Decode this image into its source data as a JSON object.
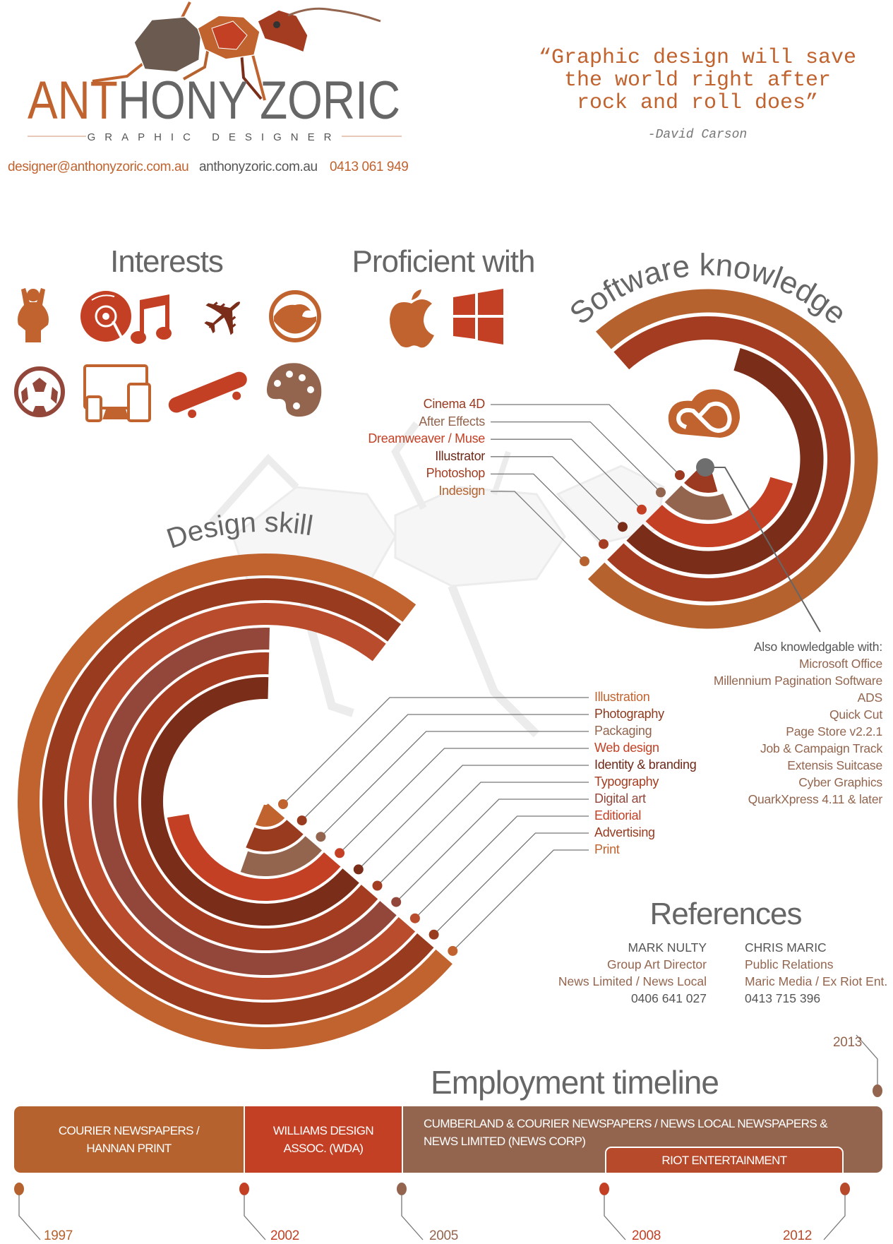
{
  "header": {
    "name_accent": "ANT",
    "name_rest": "HONY ZORIC",
    "subtitle": "GRAPHIC DESIGNER",
    "email": "designer@anthonyzoric.com.au",
    "website": "anthonyzoric.com.au",
    "phone": "0413 061 949"
  },
  "quote": {
    "lines": [
      "“Graphic design will save",
      "the world right after",
      "rock and roll does”"
    ],
    "author": "-David Carson"
  },
  "sections": {
    "interests": "Interests",
    "proficient": "Proficient with",
    "software": "Software knowledge",
    "design": "Design skill",
    "references": "References",
    "timeline": "Employment timeline"
  },
  "interests": {
    "icons": [
      "person-icon",
      "vinyl-record-icon",
      "music-note-icon",
      "airplane-icon",
      "wave-icon",
      "soccer-ball-icon",
      "devices-icon",
      "skateboard-icon",
      "paint-palette-icon"
    ]
  },
  "proficient": {
    "icons": [
      "apple-icon",
      "windows-icon"
    ]
  },
  "also": {
    "heading": "Also knowledgable with:",
    "items": [
      "Microsoft Office",
      "Millennium Pagination Software",
      "ADS",
      "Quick Cut",
      "Page Store v2.2.1",
      "Job & Campaign Track",
      "Extensis Suitcase",
      "Cyber Graphics",
      "QuarkXpress 4.11 & later"
    ]
  },
  "references": [
    {
      "name": "MARK NULTY",
      "title": "Group Art Director",
      "company": "News Limited / News Local",
      "phone": "0406 641 027"
    },
    {
      "name": "CHRIS MARIC",
      "title": "Public Relations",
      "company": "Maric Media / Ex Riot Ent.",
      "phone": "0413 715 396"
    }
  ],
  "timeline": {
    "segments": [
      {
        "line1": "COURIER NEWSPAPERS /",
        "line2": "HANNAN PRINT",
        "color": "#b5622f"
      },
      {
        "line1": "WILLIAMS DESIGN",
        "line2": "ASSOC. (WDA)",
        "color": "#c44024"
      },
      {
        "line1": "CUMBERLAND & COURIER NEWSPAPERS / NEWS LOCAL NEWSPAPERS &",
        "line2": "NEWS LIMITED (NEWS CORP)",
        "color": "#93654e"
      }
    ],
    "sub_segment": {
      "label": "RIOT ENTERTAINMENT",
      "color": "#b84a2c"
    },
    "years": [
      {
        "label": "1997",
        "color": "#b5622f"
      },
      {
        "label": "2002",
        "color": "#c44024"
      },
      {
        "label": "2005",
        "color": "#93654e"
      },
      {
        "label": "2008",
        "color": "#c44024"
      },
      {
        "label": "2012",
        "color": "#b84a2c"
      },
      {
        "label": "2013",
        "color": "#93654e"
      }
    ]
  },
  "colors": {
    "accent": "#c0632f",
    "text_gray": "#666666",
    "leader_gray": "#777777"
  },
  "chart_data": [
    {
      "type": "radial-bar",
      "title": "Software knowledge",
      "categories": [
        "Cinema 4D",
        "After Effects",
        "Dreamweaver / Muse",
        "Illustrator",
        "Photoshop",
        "Indesign"
      ],
      "values": [
        0.17,
        0.19,
        0.33,
        0.58,
        0.74,
        0.74
      ],
      "unit": "fraction of full circle",
      "colors": [
        "#9b3a20",
        "#93654e",
        "#c44024",
        "#7a2e1a",
        "#a33c20",
        "#b5622f"
      ],
      "label_colors": [
        "#9b3a20",
        "#93654e",
        "#c44024",
        "#6e2a18",
        "#a33c20",
        "#b5622f"
      ]
    },
    {
      "type": "radial-bar",
      "title": "Design skill",
      "categories": [
        "Illustration",
        "Photography",
        "Packaging",
        "Web design",
        "Identity & branding",
        "Typography",
        "Digital art",
        "Editiorial",
        "Advertising",
        "Print"
      ],
      "values": [
        0.2,
        0.2,
        0.19,
        0.36,
        0.64,
        0.64,
        0.64,
        0.74,
        0.74,
        0.74
      ],
      "unit": "fraction of full circle",
      "colors": [
        "#c0632f",
        "#983b1f",
        "#93654e",
        "#c44024",
        "#7a2e1a",
        "#a33c20",
        "#93473b",
        "#b84c2c",
        "#983b1f",
        "#c0632f"
      ],
      "label_colors": [
        "#c0632f",
        "#8c3a1e",
        "#93654e",
        "#c44024",
        "#6e2a18",
        "#a33c20",
        "#93473b",
        "#c44024",
        "#983b1f",
        "#c0632f"
      ]
    }
  ]
}
